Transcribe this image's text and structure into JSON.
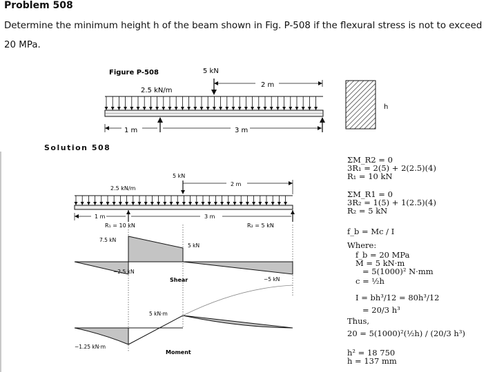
{
  "problem": {
    "title": "Problem 508",
    "statement": "Determine the minimum height h of the beam shown in Fig. P-508 if the flexural stress is not to exceed 20 MPa."
  },
  "figure": {
    "caption": "Figure P-508",
    "point_load": "5 kN",
    "distributed_load": "2.5 kN/m",
    "dim_right": "2 m",
    "dim_left": "1 m",
    "dim_span": "3 m",
    "section_label": "h"
  },
  "solution": {
    "title": "Solution 508",
    "diagram": {
      "point_load": "5 kN",
      "distributed_load": "2.5 kN/m",
      "dim_right": "2 m",
      "dim_left": "1 m",
      "dim_span": "3 m",
      "reaction_left": "R₁ = 10 kN",
      "reaction_right": "R₂ = 5 kN",
      "shear_label": "Shear",
      "moment_label": "Moment",
      "shear_values": {
        "v1": "7.5 kN",
        "v2": "5 kN",
        "v3": "−2.5 kN",
        "v4": "−5 kN"
      },
      "moment_values": {
        "m1": "5 kN·m",
        "m2": "−1.25 kN·m"
      }
    },
    "calc": {
      "l1": "ΣM_R2 = 0",
      "l2": "3R₁ = 2(5) + 2(2.5)(4)",
      "l3": "R₁ = 10 kN",
      "l4": "ΣM_R1 = 0",
      "l5": "3R₂ = 1(5) + 1(2.5)(4)",
      "l6": "R₂ = 5 kN",
      "l7": "f_b = Mc / I",
      "l8": "Where:",
      "l9": "f_b = 20 MPa",
      "l10": "M = 5 kN·m",
      "l11": "= 5(1000)² N·mm",
      "l12": "c = ½h",
      "l13": "I = bh³/12 = 80h³/12",
      "l14": "= 20/3 h³",
      "l15": "Thus,",
      "l16": "20 = 5(1000)²(½h) / (20/3 h³)",
      "l17": "h² = 18 750",
      "l18": "h = 137 mm"
    }
  }
}
